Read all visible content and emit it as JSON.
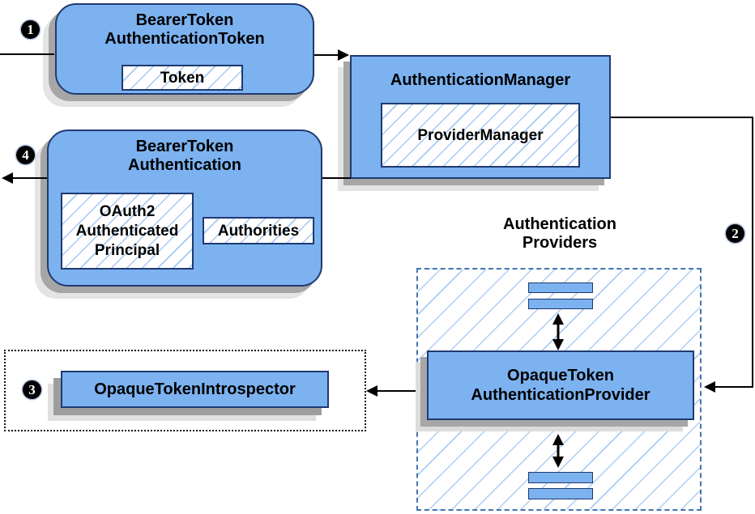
{
  "diagram": {
    "nodes": {
      "bearer_token_authentication_token": {
        "title": "BearerToken\nAuthenticationToken",
        "token": "Token"
      },
      "authentication_manager": {
        "title": "AuthenticationManager",
        "provider_manager": "ProviderManager"
      },
      "bearer_token_authentication": {
        "title": "BearerToken\nAuthentication",
        "principal": "OAuth2\nAuthenticated\nPrincipal",
        "authorities": "Authorities"
      },
      "authentication_providers": {
        "title": "Authentication\nProviders",
        "provider": "OpaqueToken\nAuthenticationProvider"
      },
      "opaque_token_introspector": {
        "title": "OpaqueTokenIntrospector"
      }
    },
    "steps": {
      "one": "1",
      "two": "2",
      "three": "3",
      "four": "4"
    },
    "colors": {
      "node_fill": "#7cb2f0",
      "node_border": "#1f3a70",
      "hatch_line": "#a7c9f2",
      "provider_container_border": "#4474b0",
      "introspector_container_border": "#111111",
      "shadow_dark": "#a6a6a6",
      "shadow_light": "#e4e4e4",
      "arrow": "#000000",
      "badge_background": "#000000",
      "badge_text": "#ffffff"
    }
  }
}
